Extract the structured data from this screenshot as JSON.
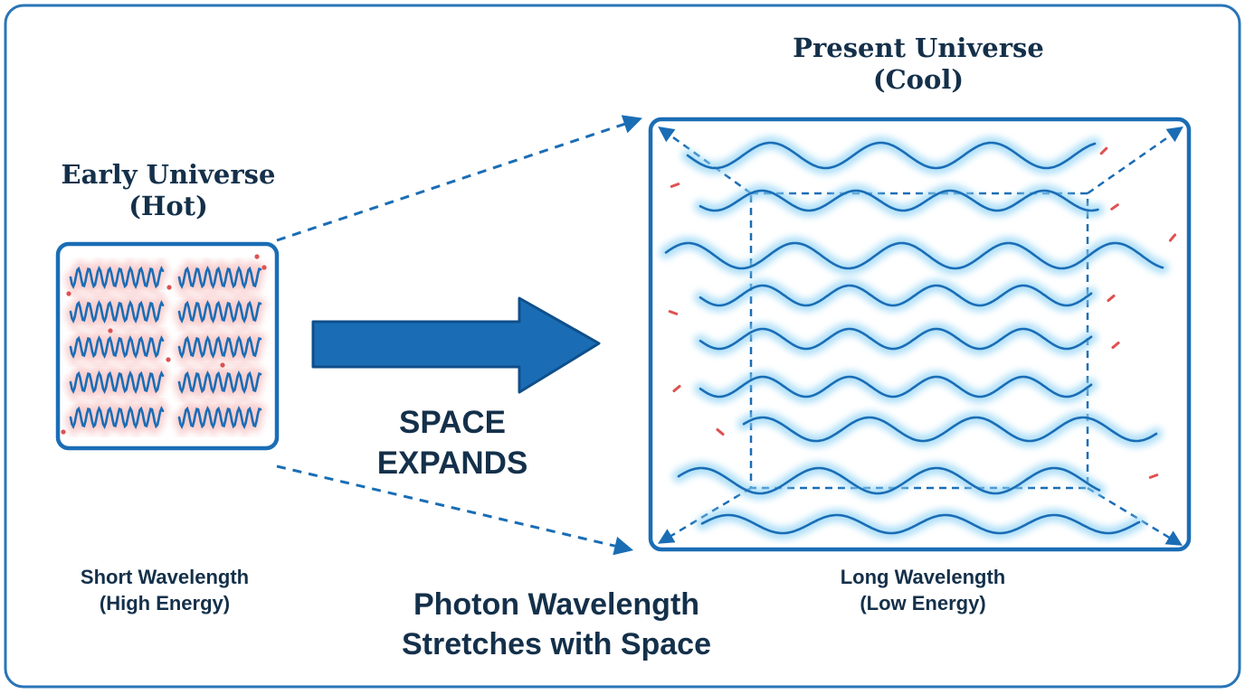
{
  "left": {
    "title_line1": "Early Universe",
    "title_line2": "(Hot)",
    "caption_line1": "Short Wavelength",
    "caption_line2": "(High Energy)"
  },
  "right": {
    "title_line1": "Present Universe",
    "title_line2": "(Cool)",
    "caption_line1": "Long Wavelength",
    "caption_line2": "(Low Energy)"
  },
  "arrow": {
    "line1": "SPACE",
    "line2": "EXPANDS"
  },
  "footer": {
    "line1": "Photon Wavelength",
    "line2": "Stretches with Space"
  },
  "colors": {
    "primary": "#1a6db5",
    "text": "#14304a",
    "frame": "#2a74b8",
    "hot_glow": "#f4a8a8",
    "hot_spark": "#e05050",
    "cool_glow": "#8fd3f5"
  }
}
